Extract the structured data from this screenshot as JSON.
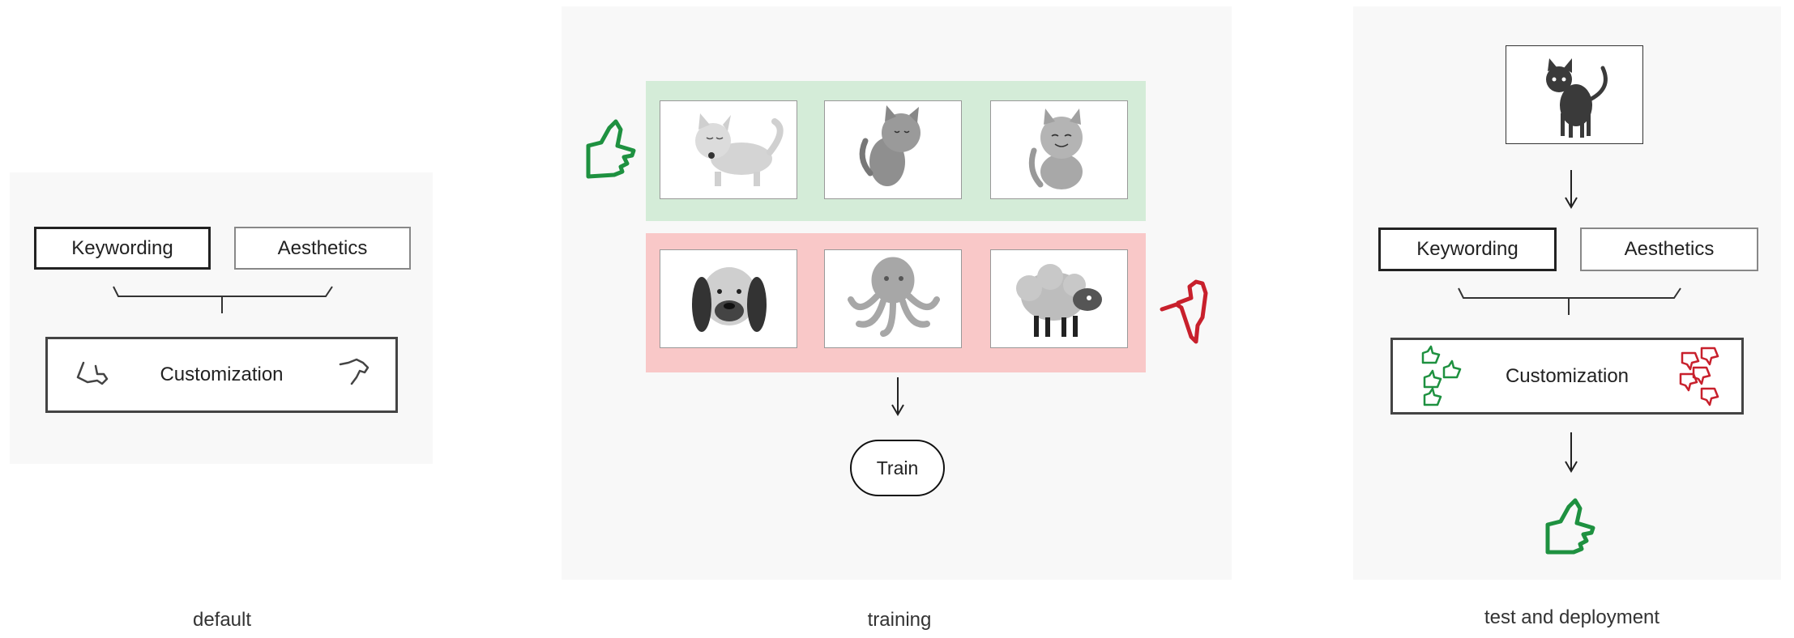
{
  "panels": {
    "default": {
      "caption": "default",
      "keyword_label": "Keywording",
      "aesthetics_label": "Aesthetics",
      "customization_label": "Customization"
    },
    "training": {
      "caption": "training",
      "train_label": "Train"
    },
    "test": {
      "caption": "test and deployment",
      "keyword_label": "Keywording",
      "aesthetics_label": "Aesthetics",
      "customization_label": "Customization"
    }
  },
  "colors": {
    "positive": "#1e9140",
    "negative": "#c8202c",
    "positive_band": "#d4ecd8",
    "negative_band": "#f9c8c8",
    "panel_bg": "#f8f8f8"
  },
  "icons": {
    "positive_images": [
      "cat-icon",
      "cat-icon",
      "cat-icon"
    ],
    "negative_images": [
      "dog-icon",
      "octopus-icon",
      "sheep-icon"
    ],
    "test_image": "black-cat-icon"
  }
}
